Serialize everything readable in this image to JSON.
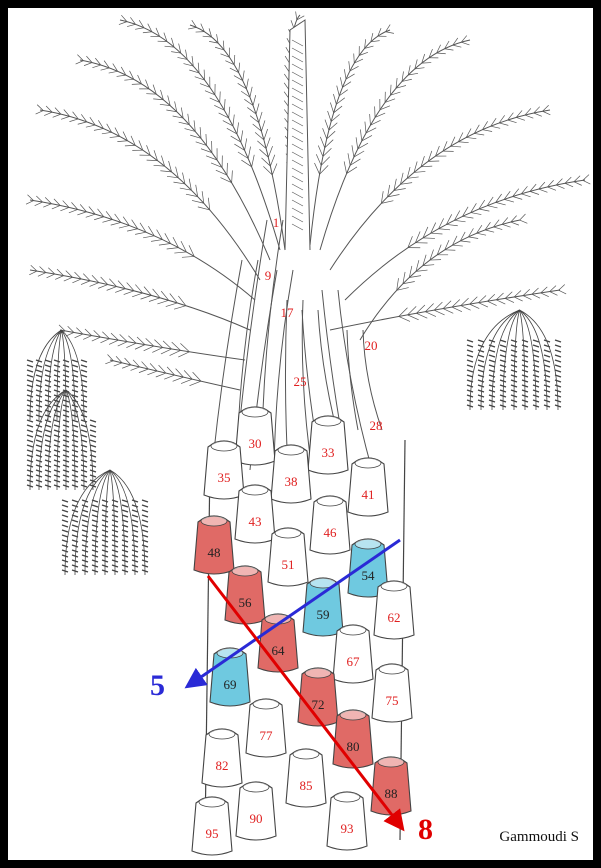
{
  "colors": {
    "leaf_red": "#e06a66",
    "leaf_blue": "#6fc9e0",
    "label_red": "#e02020",
    "label_dark": "#222222",
    "arrow_red": "#e00000",
    "arrow_blue": "#2a2ad6"
  },
  "leaf_bases": [
    {
      "n": "1"
    },
    {
      "n": "9"
    },
    {
      "n": "17"
    },
    {
      "n": "20"
    },
    {
      "n": "25"
    },
    {
      "n": "28"
    },
    {
      "n": "30"
    },
    {
      "n": "33"
    },
    {
      "n": "35"
    },
    {
      "n": "38"
    },
    {
      "n": "41"
    },
    {
      "n": "43"
    },
    {
      "n": "46"
    },
    {
      "n": "48",
      "fill": "red"
    },
    {
      "n": "51"
    },
    {
      "n": "54",
      "fill": "blue"
    },
    {
      "n": "56",
      "fill": "red"
    },
    {
      "n": "59",
      "fill": "blue"
    },
    {
      "n": "62"
    },
    {
      "n": "64",
      "fill": "red"
    },
    {
      "n": "67"
    },
    {
      "n": "69",
      "fill": "blue"
    },
    {
      "n": "72",
      "fill": "red"
    },
    {
      "n": "75"
    },
    {
      "n": "77"
    },
    {
      "n": "80",
      "fill": "red"
    },
    {
      "n": "82"
    },
    {
      "n": "85"
    },
    {
      "n": "88",
      "fill": "red"
    },
    {
      "n": "90"
    },
    {
      "n": "93"
    },
    {
      "n": "95"
    }
  ],
  "parastichy_labels": {
    "blue": "5",
    "red": "8"
  },
  "credit": "Gammoudi S"
}
